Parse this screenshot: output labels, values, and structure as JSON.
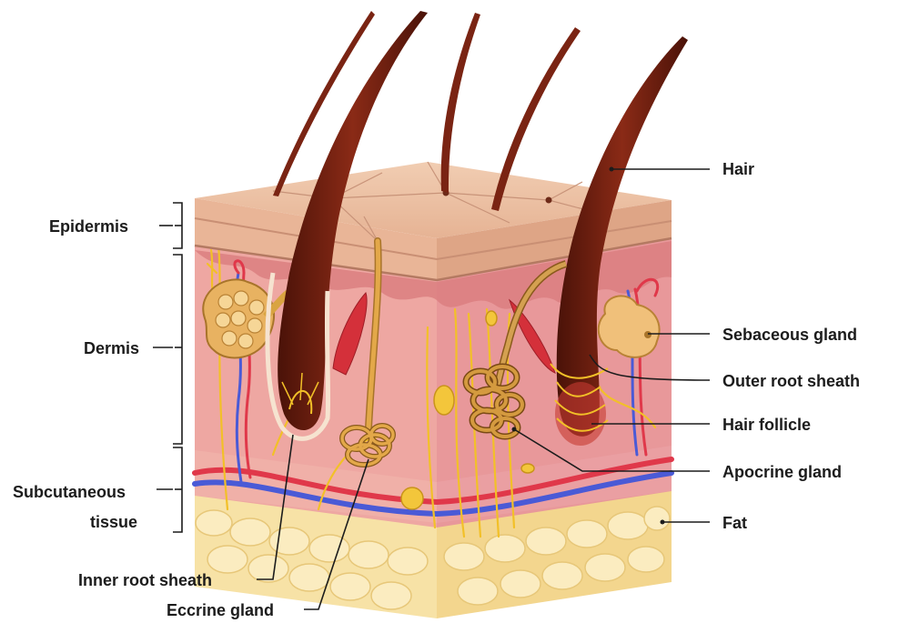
{
  "layers": {
    "epidermis": "Epidermis",
    "dermis": "Dermis",
    "subcutaneous_line1": "Subcutaneous",
    "subcutaneous_line2": "tissue"
  },
  "structures": {
    "hair": "Hair",
    "sebaceous_gland": "Sebaceous gland",
    "outer_root_sheath": "Outer root sheath",
    "hair_follicle": "Hair follicle",
    "apocrine_gland": "Apocrine gland",
    "fat": "Fat",
    "inner_root_sheath": "Inner root sheath",
    "eccrine_gland": "Eccrine gland"
  },
  "colors": {
    "epidermis": "#e9b99a",
    "dermis": "#eda6a0",
    "dermis_shadow": "#d98681",
    "fat": "#f6dfa0",
    "hair": "#6e1f12",
    "gland": "#d9a441",
    "vein": "#4a5ad6",
    "artery": "#e0384a",
    "nerve": "#f2c028"
  }
}
